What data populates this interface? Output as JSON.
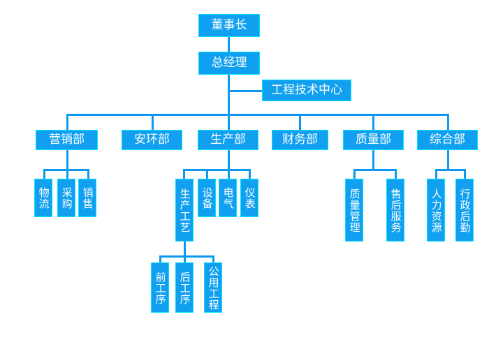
{
  "chart_data": {
    "type": "diagram",
    "title": "",
    "diagram_kind": "organization-chart",
    "orientation": "top-down",
    "accent_color": "#11a0f0",
    "border_color": "#00e4ff",
    "connector_color": "#0d99ef",
    "background_color": "#ffffff",
    "levels": [
      {
        "level": 1,
        "nodes": [
          "董事长"
        ]
      },
      {
        "level": 2,
        "nodes": [
          "总经理"
        ]
      },
      {
        "level": 3,
        "nodes": [
          "工程技术中心"
        ]
      },
      {
        "level": 4,
        "nodes": [
          "营销部",
          "安环部",
          "生产部",
          "财务部",
          "质量部",
          "综合部"
        ]
      },
      {
        "level": 5,
        "nodes": [
          "物流",
          "采购",
          "销售",
          "生产工艺",
          "设备",
          "电气",
          "仪表",
          "质量管理",
          "售后服务",
          "人力资源",
          "行政后勤"
        ]
      },
      {
        "level": 6,
        "nodes": [
          "前工序",
          "后工序",
          "公用工程"
        ]
      }
    ],
    "edges": [
      {
        "from": "董事长",
        "to": "总经理"
      },
      {
        "from": "总经理",
        "to": "工程技术中心"
      },
      {
        "from": "总经理",
        "to": "营销部"
      },
      {
        "from": "总经理",
        "to": "安环部"
      },
      {
        "from": "总经理",
        "to": "生产部"
      },
      {
        "from": "总经理",
        "to": "财务部"
      },
      {
        "from": "总经理",
        "to": "质量部"
      },
      {
        "from": "总经理",
        "to": "综合部"
      },
      {
        "from": "营销部",
        "to": "物流"
      },
      {
        "from": "营销部",
        "to": "采购"
      },
      {
        "from": "营销部",
        "to": "销售"
      },
      {
        "from": "生产部",
        "to": "生产工艺"
      },
      {
        "from": "生产部",
        "to": "设备"
      },
      {
        "from": "生产部",
        "to": "电气"
      },
      {
        "from": "生产部",
        "to": "仪表"
      },
      {
        "from": "质量部",
        "to": "质量管理"
      },
      {
        "from": "质量部",
        "to": "售后服务"
      },
      {
        "from": "综合部",
        "to": "人力资源"
      },
      {
        "from": "综合部",
        "to": "行政后勤"
      },
      {
        "from": "生产工艺",
        "to": "前工序"
      },
      {
        "from": "生产工艺",
        "to": "后工序"
      },
      {
        "from": "生产工艺",
        "to": "公用工程"
      }
    ]
  },
  "nodes": {
    "chairman": "董事长",
    "general_manager": "总经理",
    "engineering_tech_center": "工程技术中心",
    "marketing_dept": "营销部",
    "safety_env_dept": "安环部",
    "production_dept": "生产部",
    "finance_dept": "财务部",
    "quality_dept": "质量部",
    "general_affairs_dept": "综合部",
    "logistics": "物流",
    "procurement": "采购",
    "sales": "销售",
    "production_process": "生产工艺",
    "equipment": "设备",
    "electrical": "电气",
    "instrumentation": "仪表",
    "quality_management": "质量管理",
    "after_sales_service": "售后服务",
    "human_resources": "人力资源",
    "administration_logistics": "行政后勤",
    "front_process": "前工序",
    "back_process": "后工序",
    "utilities": "公用工程"
  }
}
